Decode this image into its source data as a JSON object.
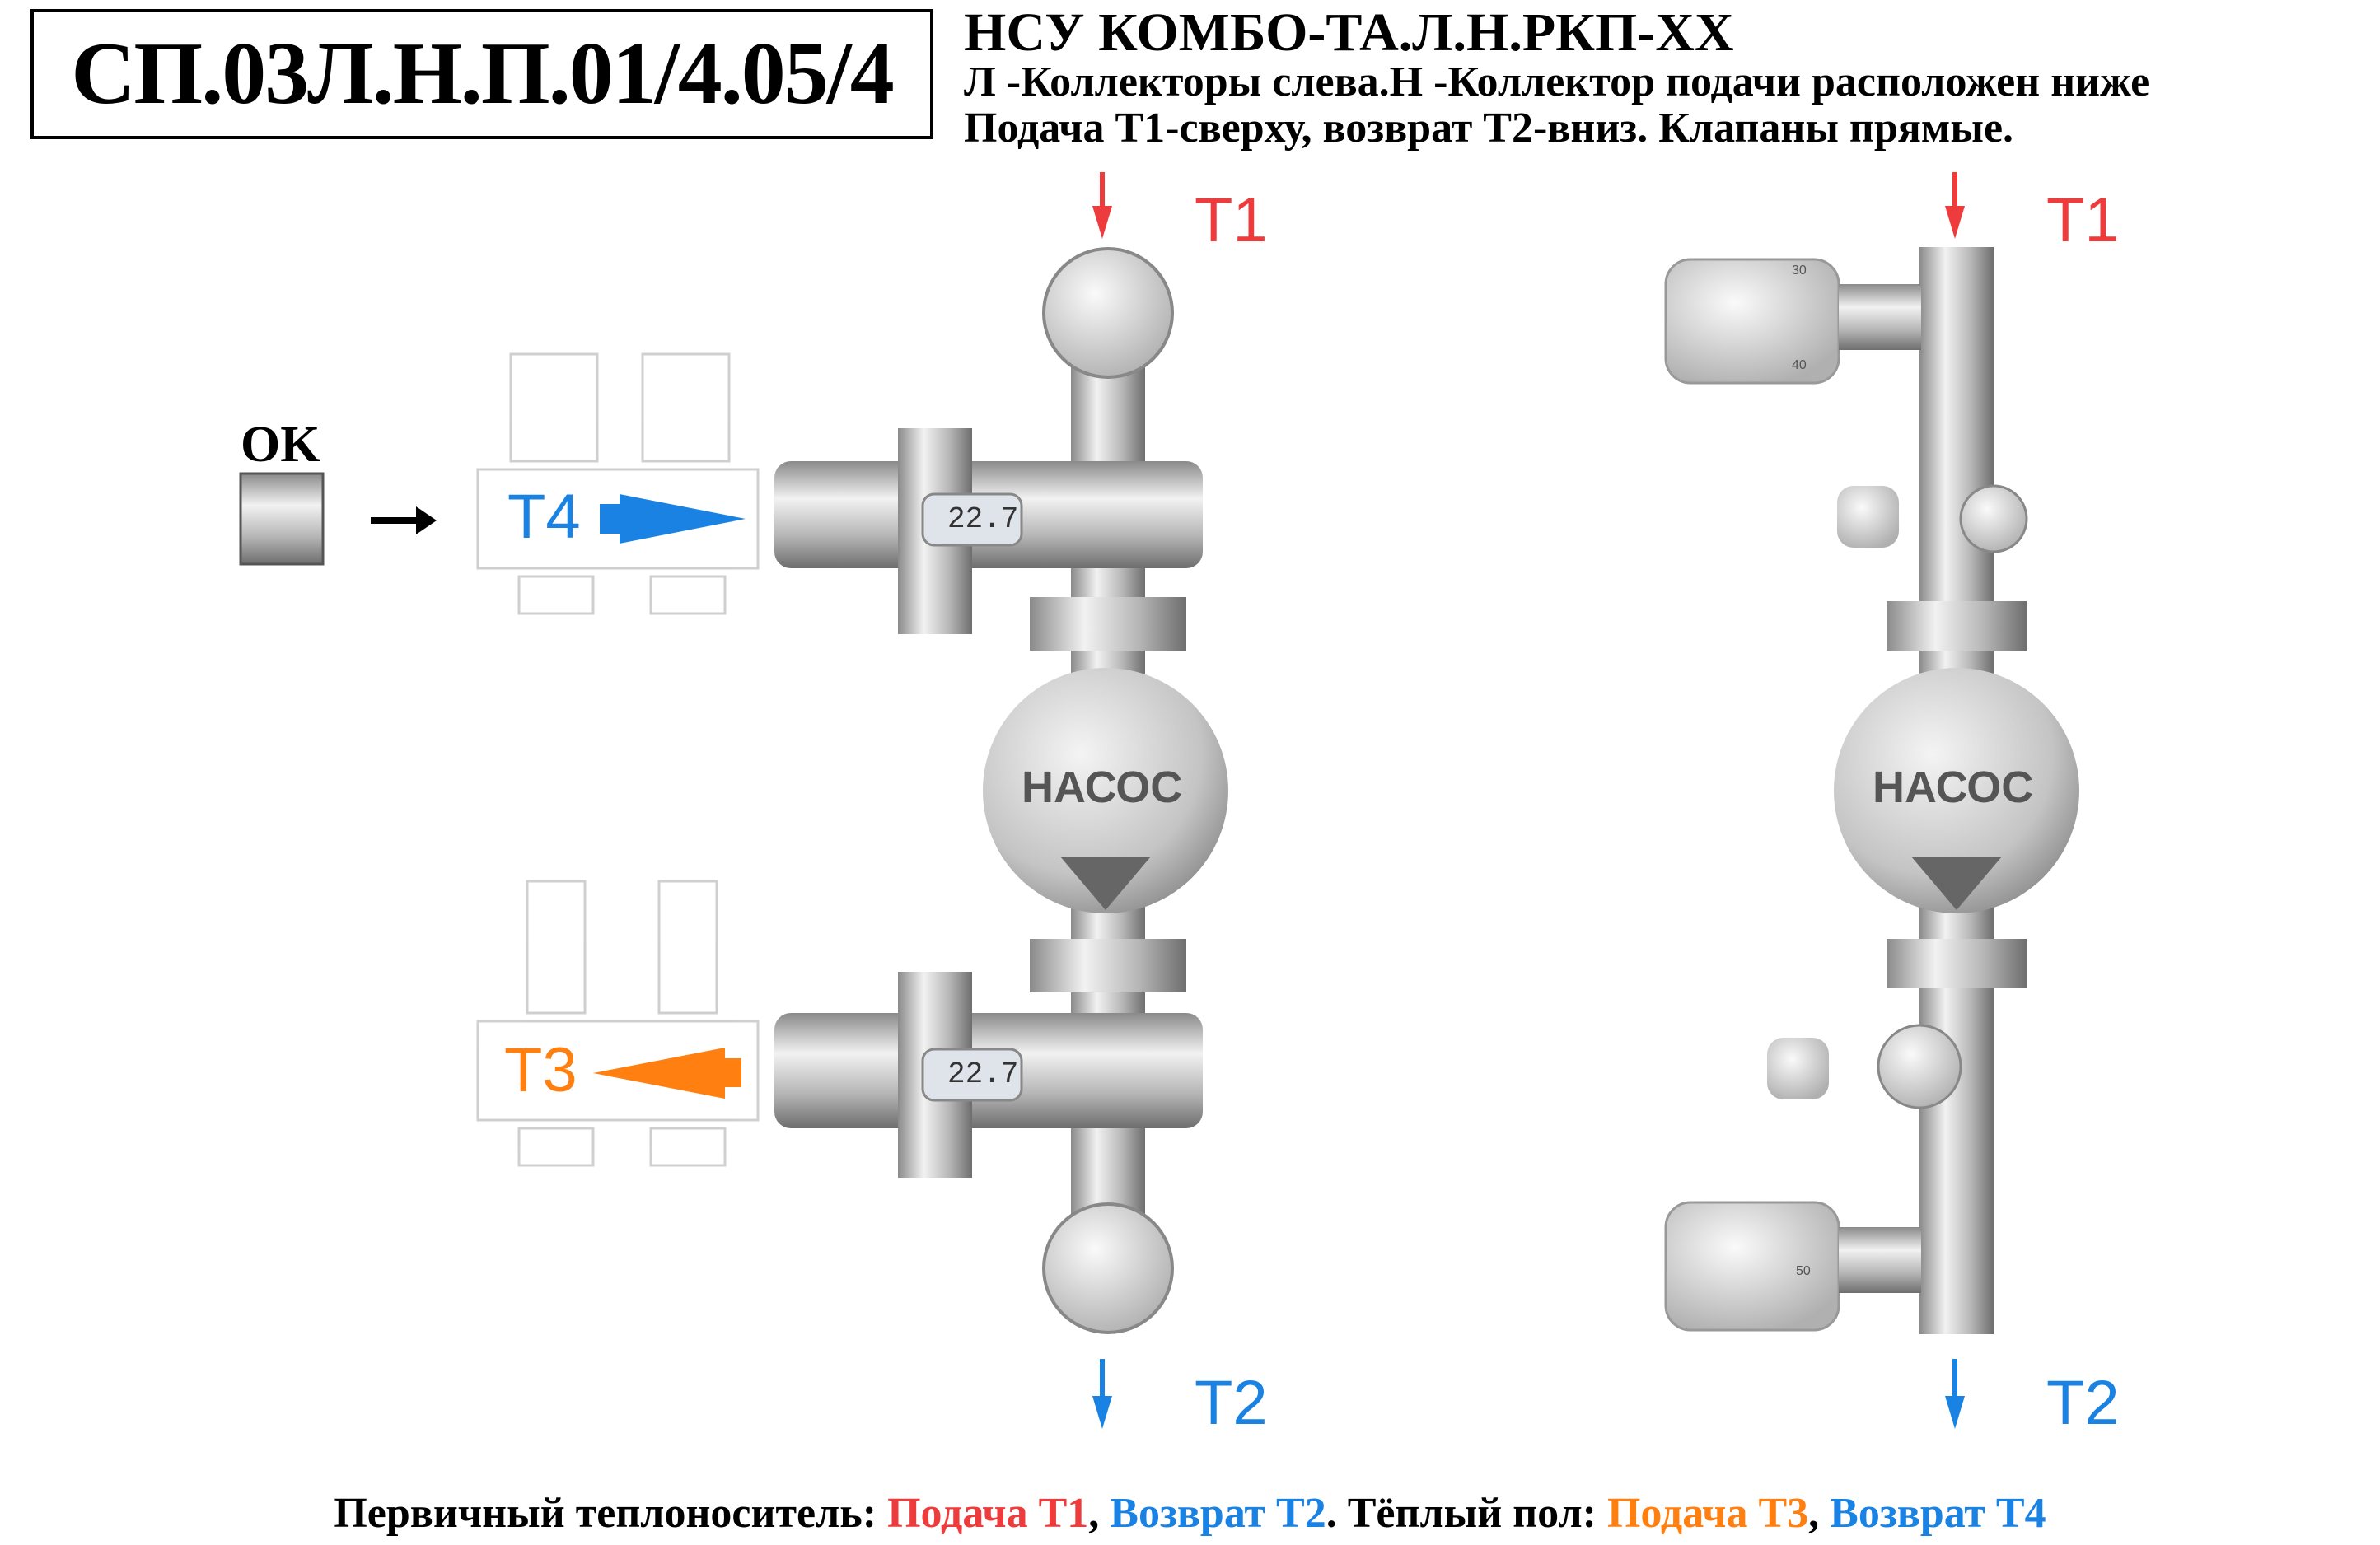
{
  "title_code": "СП.03Л.Н.П.01/4.05/4",
  "header": {
    "line1": "НСУ КОМБО-ТА.Л.Н.РКП-XX",
    "line2": "Л -Коллекторы слева.Н -Коллектор подачи расположен ниже",
    "line3": "Подача Т1-сверху, возврат Т2-вниз. Клапаны прямые."
  },
  "labels": {
    "t1": "T1",
    "t2": "T2",
    "t3": "T3",
    "t4": "T4",
    "ok": "OK",
    "pump": "НАСОС",
    "thermo_reading": "22.7",
    "scale_30": "30",
    "scale_40": "40",
    "scale_50": "50"
  },
  "footer": {
    "prefix": "Первичный теплоноситель: ",
    "supply_t1": "Подача Т1",
    "sep1": ", ",
    "return_t2": "Возврат Т2",
    "mid": ". Тёплый пол: ",
    "supply_t3": "Подача Т3",
    "sep2": ", ",
    "return_t4": "Возврат Т4"
  },
  "colors": {
    "red": "#ee3b3b",
    "blue": "#1a82e2",
    "orange": "#ff7f11"
  }
}
